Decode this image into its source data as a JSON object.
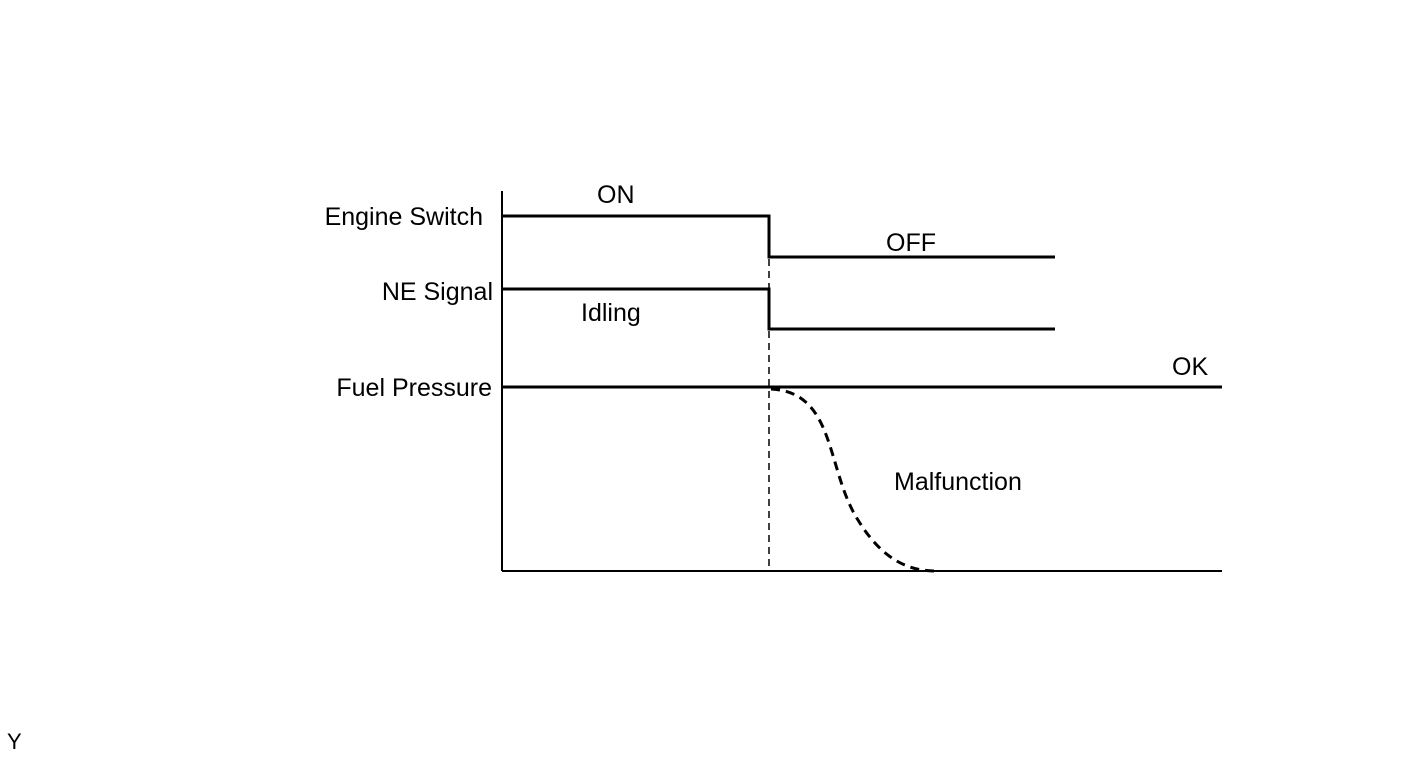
{
  "signal_labels": {
    "engine_switch": "Engine Switch",
    "ne_signal": "NE Signal",
    "fuel_pressure": "Fuel Pressure"
  },
  "state_labels": {
    "on": "ON",
    "off": "OFF",
    "idling": "Idling",
    "ok": "OK",
    "malfunction": "Malfunction"
  },
  "corner_mark": "Y",
  "colors": {
    "line": "#000000",
    "background": "#ffffff"
  }
}
